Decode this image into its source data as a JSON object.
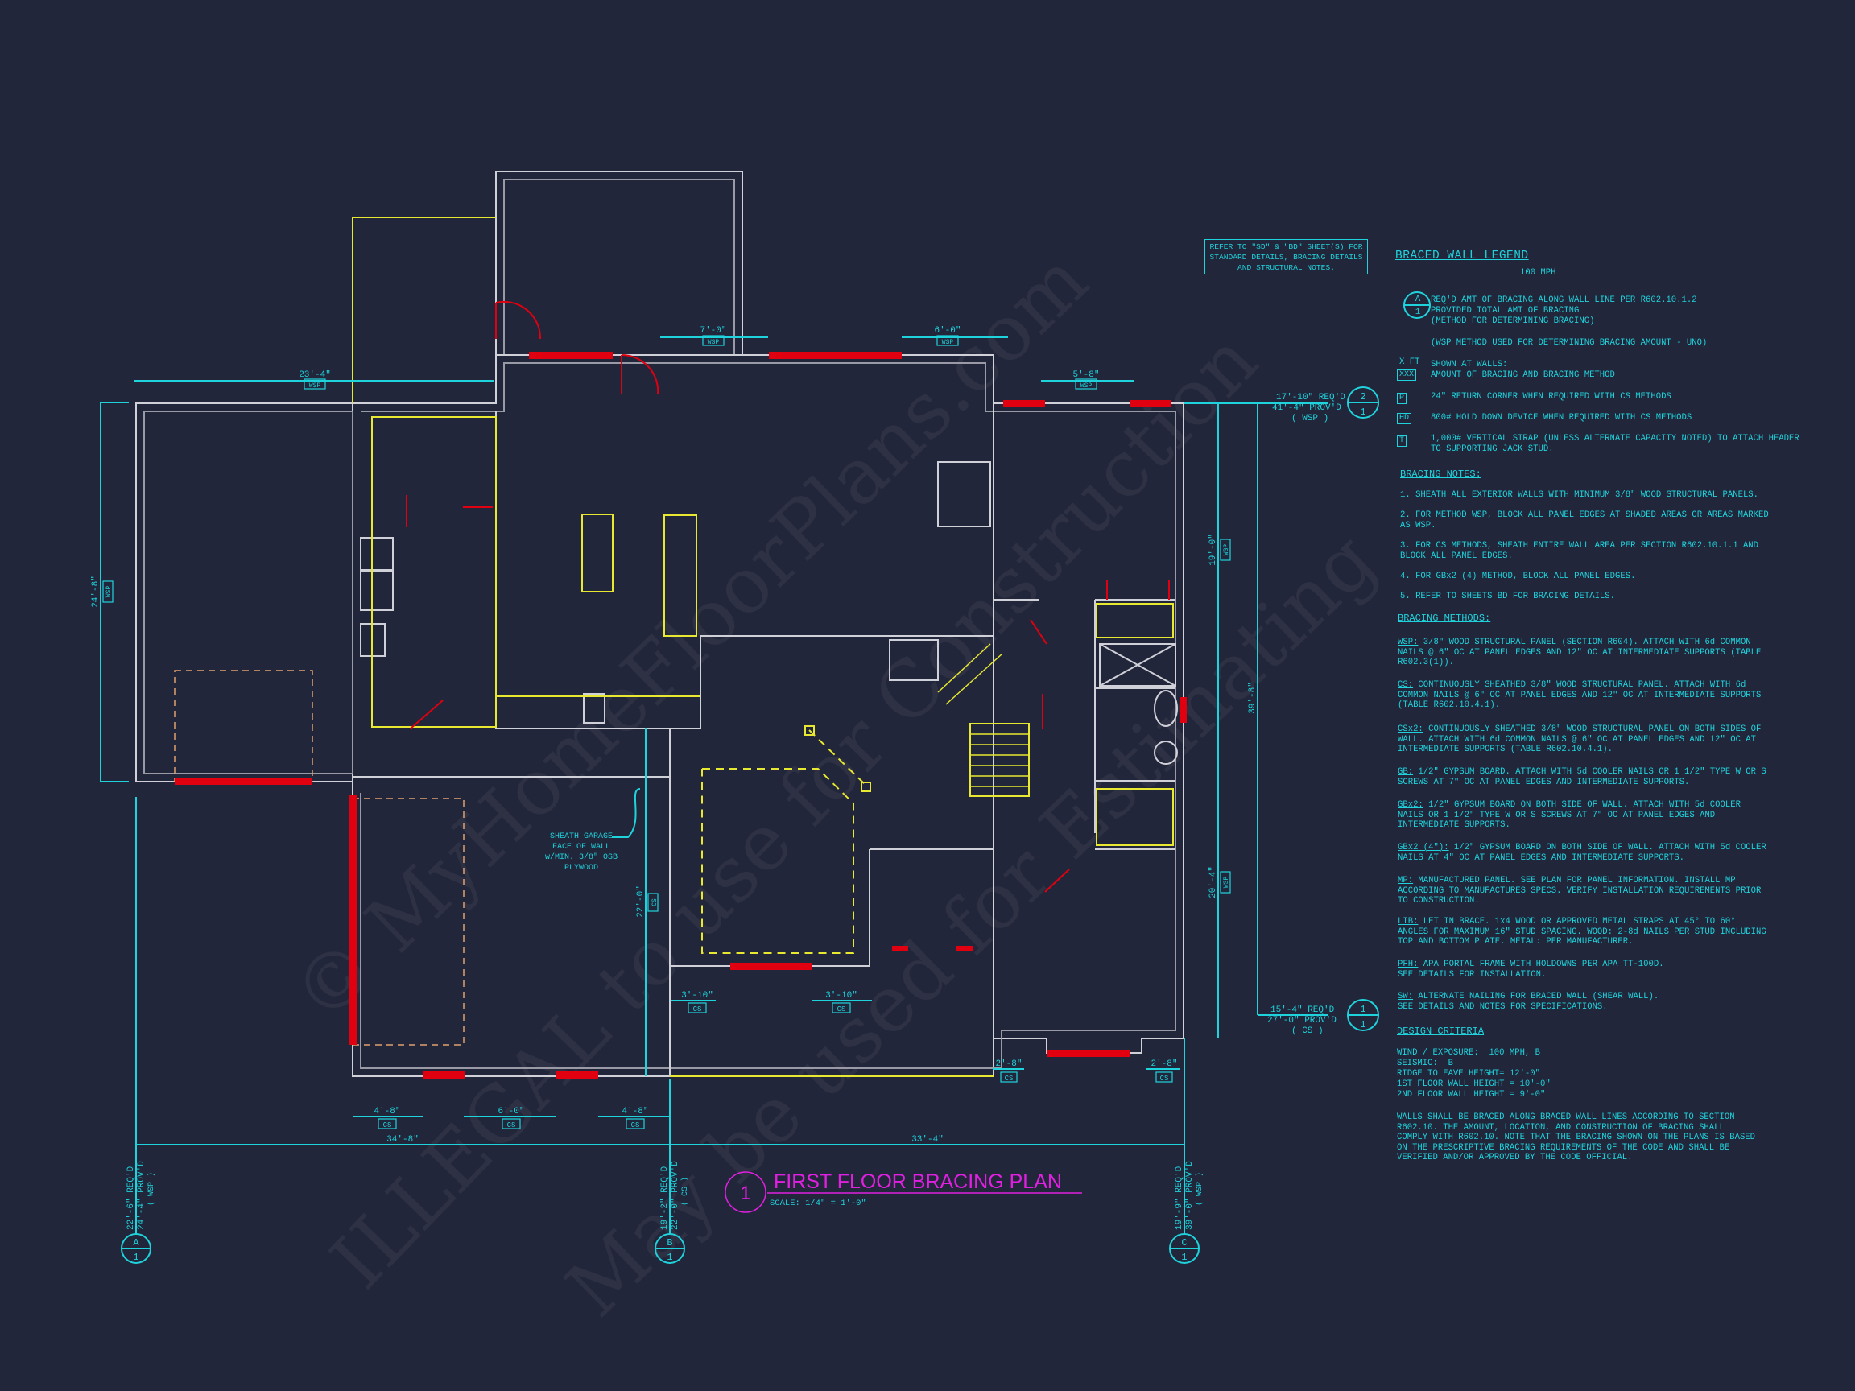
{
  "watermark": [
    "© MyHomeFloorPlans.com",
    "ILLEGAL to use for Construction",
    "May be used for Estimating"
  ],
  "refer_note": "REFER TO \"SD\" & \"BD\" SHEET(S) FOR STANDARD DETAILS, BRACING DETAILS AND STRUCTURAL NOTES.",
  "title": {
    "number": "1",
    "text": "FIRST FLOOR BRACING PLAN",
    "scale": "SCALE: 1/4\" = 1'-0\""
  },
  "colors": {
    "background": "#22263a",
    "dimension": "#1fd3dc",
    "wall": "#d0d0d8",
    "bracing": "#e00010",
    "yellow": "#e8e830",
    "title": "#e020e0"
  },
  "garage_note": [
    "SHEATH GARAGE",
    "FACE OF WALL",
    "w/MIN. 3/8\" OSB",
    "PLYWOOD"
  ],
  "dims": {
    "top_left": {
      "len": "23'-4\"",
      "method": "WSP"
    },
    "top_mid": {
      "len": "7'-0\"",
      "method": "WSP"
    },
    "top_right": {
      "len": "6'-0\"",
      "method": "WSP"
    },
    "top_far": {
      "len": "5'-8\"",
      "method": "WSP"
    },
    "left": {
      "len": "24'-8\"",
      "method": "WSP"
    },
    "right_upper": {
      "len": "19'-0\"",
      "method": "WSP"
    },
    "right_lower": {
      "len": "20'-4\"",
      "method": "WSP"
    },
    "right_total": {
      "len": "39'-8\""
    },
    "garage_vert": {
      "len": "22'-0\"",
      "method": "CS"
    },
    "mid_1": {
      "len": "3'-10\"",
      "method": "CS"
    },
    "mid_2": {
      "len": "3'-10\"",
      "method": "CS"
    },
    "bay_1": {
      "len": "2'-8\"",
      "method": "CS"
    },
    "bay_2": {
      "len": "2'-8\"",
      "method": "CS"
    },
    "bottom_1": {
      "len": "4'-8\"",
      "method": "CS"
    },
    "bottom_2": {
      "len": "6'-0\"",
      "method": "CS"
    },
    "bottom_3": {
      "len": "4'-8\"",
      "method": "CS"
    },
    "overall_ab": {
      "len": "34'-8\""
    },
    "overall_bc": {
      "len": "33'-4\""
    }
  },
  "wall_lines": {
    "line_2": {
      "top": "2",
      "bottom": "1",
      "req": "17'-10\" REQ'D",
      "prov": "41'-4\" PROV'D",
      "method": "( WSP )"
    },
    "line_1": {
      "top": "1",
      "bottom": "1",
      "req": "15'-4\" REQ'D",
      "prov": "27'-0\" PROV'D",
      "method": "( CS )"
    },
    "line_a": {
      "top": "A",
      "bottom": "1",
      "req": "22'-6\" REQ'D",
      "prov": "24'-4\" PROV'D",
      "method": "( WSP )"
    },
    "line_b": {
      "top": "B",
      "bottom": "1",
      "req": "19'-2\" REQ'D",
      "prov": "22'-0\" PROV'D",
      "method": "( CS )"
    },
    "line_c": {
      "top": "C",
      "bottom": "1",
      "req": "19'-9\" REQ'D",
      "prov": "39'-0\" PROV'D",
      "method": "( WSP )"
    }
  },
  "legend": {
    "title": "BRACED WALL LEGEND",
    "subtitle": "100 MPH",
    "bubble_top": "A",
    "bubble_bottom": "1",
    "bubble_lines": [
      "REQ'D AMT OF BRACING ALONG WALL LINE PER R602.10.1.2",
      "PROVIDED TOTAL AMT OF BRACING",
      "(METHOD FOR DETERMINING BRACING)"
    ],
    "wsp_note": "(WSP METHOD USED FOR DETERMINING BRACING AMOUNT - UNO)",
    "xft": "X FT",
    "xxx": "XXX",
    "shown_lines": [
      "SHOWN AT WALLS:",
      "AMOUNT OF BRACING AND BRACING METHOD"
    ],
    "p_sym": "P",
    "p_text": "24\" RETURN CORNER WHEN REQUIRED WITH CS METHODS",
    "hd_sym": "HD",
    "hd_text": "800# HOLD DOWN DEVICE WHEN REQUIRED WITH CS METHODS",
    "t_sym": "T",
    "t_text": "1,000# VERTICAL STRAP (UNLESS ALTERNATE CAPACITY NOTED) TO ATTACH HEADER TO SUPPORTING JACK STUD."
  },
  "bracing_notes": {
    "title": "BRACING NOTES:",
    "items": [
      "1. SHEATH ALL EXTERIOR WALLS WITH MINIMUM 3/8\" WOOD STRUCTURAL PANELS.",
      "2. FOR METHOD WSP, BLOCK ALL PANEL EDGES AT SHADED AREAS OR AREAS MARKED AS WSP.",
      "3. FOR CS METHODS, SHEATH ENTIRE WALL AREA PER SECTION R602.10.1.1 AND BLOCK ALL PANEL EDGES.",
      "4. FOR GBx2 (4) METHOD, BLOCK ALL PANEL EDGES.",
      "5. REFER TO SHEETS BD FOR BRACING DETAILS."
    ]
  },
  "bracing_methods": {
    "title": "BRACING METHODS:",
    "items": [
      {
        "code": "WSP:",
        "text": " 3/8\" WOOD STRUCTURAL PANEL (SECTION R604). ATTACH WITH 6d COMMON NAILS @ 6\" OC AT PANEL EDGES AND 12\" OC AT INTERMEDIATE SUPPORTS (TABLE R602.3(1))."
      },
      {
        "code": "CS:",
        "text": " CONTINUOUSLY SHEATHED 3/8\" WOOD STRUCTURAL PANEL. ATTACH WITH 6d COMMON NAILS @ 6\" OC AT PANEL EDGES AND 12\" OC AT INTERMEDIATE SUPPORTS (TABLE R602.10.4.1)."
      },
      {
        "code": "CSx2:",
        "text": " CONTINUOUSLY SHEATHED 3/8\" WOOD STRUCTURAL PANEL ON BOTH SIDES OF WALL. ATTACH WITH 6d COMMON NAILS @ 6\" OC AT PANEL EDGES AND 12\" OC AT INTERMEDIATE SUPPORTS (TABLE R602.10.4.1)."
      },
      {
        "code": "GB:",
        "text": " 1/2\" GYPSUM BOARD. ATTACH WITH 5d COOLER NAILS OR 1 1/2\" TYPE W OR S SCREWS AT 7\" OC AT PANEL EDGES AND INTERMEDIATE SUPPORTS."
      },
      {
        "code": "GBx2:",
        "text": " 1/2\" GYPSUM BOARD ON BOTH SIDE OF WALL. ATTACH WITH 5d COOLER NAILS OR 1 1/2\" TYPE W OR S SCREWS AT 7\" OC AT PANEL EDGES AND INTERMEDIATE SUPPORTS."
      },
      {
        "code": "GBx2 (4\"):",
        "text": " 1/2\" GYPSUM BOARD ON BOTH SIDE OF WALL. ATTACH WITH 5d COOLER NAILS AT 4\" OC AT PANEL EDGES AND INTERMEDIATE SUPPORTS."
      },
      {
        "code": "MP:",
        "text": " MANUFACTURED PANEL. SEE PLAN FOR PANEL INFORMATION. INSTALL MP ACCORDING TO MANUFACTURES SPECS. VERIFY INSTALLATION REQUIREMENTS PRIOR TO CONSTRUCTION."
      },
      {
        "code": "LIB:",
        "text": " LET IN BRACE. 1x4 WOOD OR APPROVED METAL STRAPS AT 45° TO 60° ANGLES FOR MAXIMUM 16\" STUD SPACING. WOOD: 2-8d NAILS PER STUD INCLUDING TOP AND BOTTOM PLATE. METAL: PER MANUFACTURER."
      },
      {
        "code": "PFH:",
        "text": " APA PORTAL FRAME WITH HOLDOWNS PER APA TT-100D.\nSEE DETAILS FOR INSTALLATION."
      },
      {
        "code": "SW:",
        "text": " ALTERNATE NAILING FOR BRACED WALL (SHEAR WALL).\nSEE DETAILS AND NOTES FOR SPECIFICATIONS."
      }
    ]
  },
  "design_criteria": {
    "title": "DESIGN CRITERIA",
    "items": [
      "WIND / EXPOSURE:  100 MPH, B",
      "SEISMIC:  B",
      "RIDGE TO EAVE HEIGHT= 12'-0\"",
      "1ST FLOOR WALL HEIGHT = 10'-0\"",
      "2ND FLOOR WALL HEIGHT = 9'-0\""
    ],
    "paragraph": "WALLS SHALL BE BRACED ALONG BRACED WALL LINES ACCORDING TO SECTION R602.10. THE AMOUNT, LOCATION, AND CONSTRUCTION OF BRACING SHALL COMPLY WITH R602.10. NOTE THAT THE BRACING SHOWN ON THE PLANS IS BASED ON THE PRESCRIPTIVE BRACING REQUIREMENTS OF THE CODE AND SHALL BE VERIFIED AND/OR APPROVED BY THE CODE OFFICIAL."
  }
}
